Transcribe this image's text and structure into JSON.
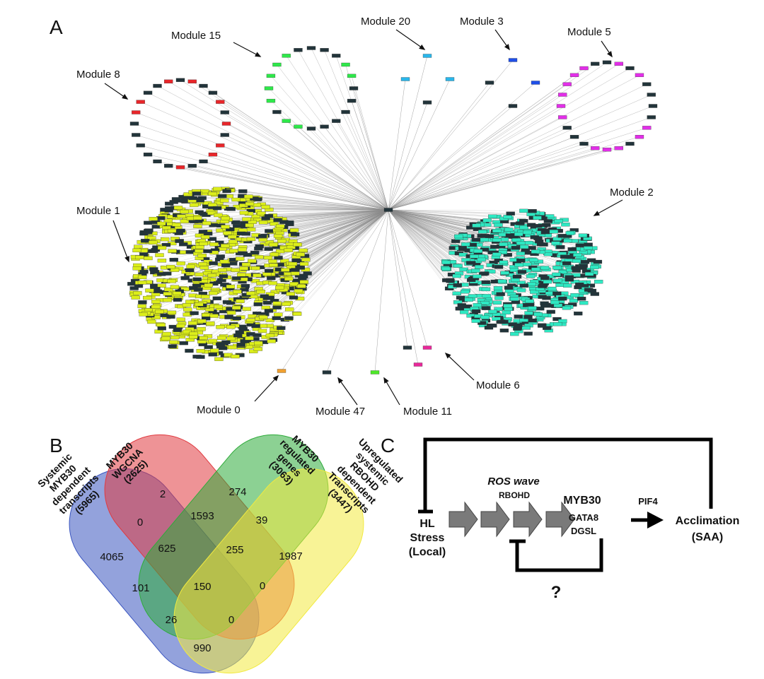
{
  "panels": {
    "a": "A",
    "b": "B",
    "c": "C"
  },
  "network": {
    "modules": [
      {
        "id": "m8",
        "label": "Module 8",
        "color": "#e8262a"
      },
      {
        "id": "m15",
        "label": "Module 15",
        "color": "#2ee84a"
      },
      {
        "id": "m20",
        "label": "Module 20",
        "color": "#29b6ea"
      },
      {
        "id": "m3",
        "label": "Module 3",
        "color": "#1f4fe8"
      },
      {
        "id": "m5",
        "label": "Module 5",
        "color": "#e22ee8"
      },
      {
        "id": "m1",
        "label": "Module 1",
        "color": "#dcee1a"
      },
      {
        "id": "m2",
        "label": "Module 2",
        "color": "#2ee8c2"
      },
      {
        "id": "m0",
        "label": "Module 0",
        "color": "#f0a030"
      },
      {
        "id": "m47",
        "label": "Module 47",
        "color": "#22343a"
      },
      {
        "id": "m11",
        "label": "Module 11",
        "color": "#4ee82a"
      },
      {
        "id": "m6",
        "label": "Module 6",
        "color": "#e8289a"
      }
    ],
    "hub_color": "#22343a",
    "edge_color": "#8a8a8a"
  },
  "venn": {
    "sets": [
      {
        "label_lines": [
          "Systemic",
          "MYB30",
          "dependent",
          "transcripts",
          "(5965)"
        ],
        "color": "#3a55c0"
      },
      {
        "label_lines": [
          "MYB30",
          "WGCNA",
          "(2625)"
        ],
        "color": "#e03a40"
      },
      {
        "label_lines": [
          "MYB30",
          "regulated",
          "genes",
          "(3063)"
        ],
        "color": "#2eab3a"
      },
      {
        "label_lines": [
          "Upregulated",
          "systemic",
          "RBOHD",
          "dependent",
          "Transcripts",
          "(3447)"
        ],
        "color": "#f2ea40"
      }
    ],
    "regions": [
      "2",
      "274",
      "0",
      "1593",
      "39",
      "625",
      "255",
      "4065",
      "1987",
      "101",
      "150",
      "0",
      "26",
      "0",
      "990"
    ]
  },
  "model": {
    "hl": [
      "HL",
      "Stress",
      "(Local)"
    ],
    "ros_wave": "ROS wave",
    "rbohd": "RBOHD",
    "tf": [
      "MYB30",
      "GATA8",
      "DGSL"
    ],
    "pif4": "PIF4",
    "acclimation": [
      "Acclimation",
      "(SAA)"
    ],
    "question": "?"
  }
}
